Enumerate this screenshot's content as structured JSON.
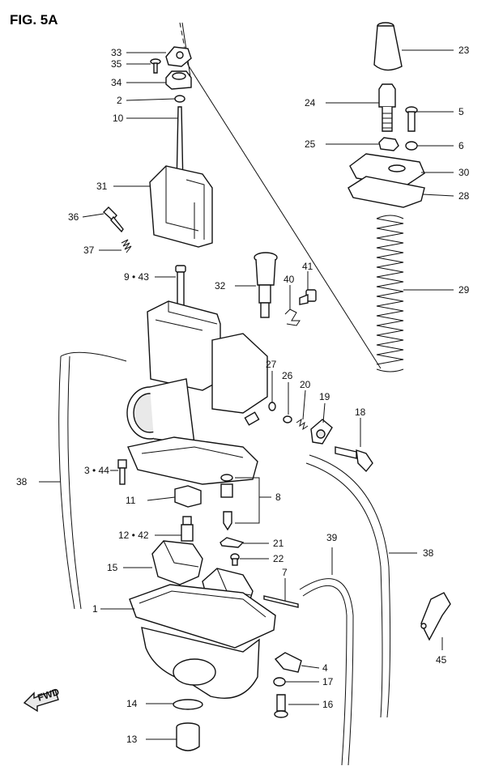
{
  "figure": {
    "title": "FIG. 5A",
    "fwd_label": "FWD"
  },
  "callouts": [
    {
      "id": "33",
      "text": "33"
    },
    {
      "id": "35",
      "text": "35"
    },
    {
      "id": "34",
      "text": "34"
    },
    {
      "id": "2",
      "text": "2"
    },
    {
      "id": "10",
      "text": "10"
    },
    {
      "id": "31",
      "text": "31"
    },
    {
      "id": "36",
      "text": "36"
    },
    {
      "id": "37",
      "text": "37"
    },
    {
      "id": "9-43",
      "text": "9 • 43"
    },
    {
      "id": "32",
      "text": "32"
    },
    {
      "id": "40",
      "text": "40"
    },
    {
      "id": "41",
      "text": "41"
    },
    {
      "id": "23",
      "text": "23"
    },
    {
      "id": "24",
      "text": "24"
    },
    {
      "id": "5",
      "text": "5"
    },
    {
      "id": "25",
      "text": "25"
    },
    {
      "id": "6",
      "text": "6"
    },
    {
      "id": "30",
      "text": "30"
    },
    {
      "id": "28",
      "text": "28"
    },
    {
      "id": "29",
      "text": "29"
    },
    {
      "id": "27",
      "text": "27"
    },
    {
      "id": "26",
      "text": "26"
    },
    {
      "id": "20",
      "text": "20"
    },
    {
      "id": "19",
      "text": "19"
    },
    {
      "id": "18",
      "text": "18"
    },
    {
      "id": "38a",
      "text": "38"
    },
    {
      "id": "3-44",
      "text": "3 • 44"
    },
    {
      "id": "11",
      "text": "11"
    },
    {
      "id": "8",
      "text": "8"
    },
    {
      "id": "12-42",
      "text": "12 • 42"
    },
    {
      "id": "21",
      "text": "21"
    },
    {
      "id": "22",
      "text": "22"
    },
    {
      "id": "15",
      "text": "15"
    },
    {
      "id": "39",
      "text": "39"
    },
    {
      "id": "38b",
      "text": "38"
    },
    {
      "id": "7",
      "text": "7"
    },
    {
      "id": "1",
      "text": "1"
    },
    {
      "id": "45",
      "text": "45"
    },
    {
      "id": "4",
      "text": "4"
    },
    {
      "id": "17",
      "text": "17"
    },
    {
      "id": "14",
      "text": "14"
    },
    {
      "id": "16",
      "text": "16"
    },
    {
      "id": "13",
      "text": "13"
    }
  ]
}
